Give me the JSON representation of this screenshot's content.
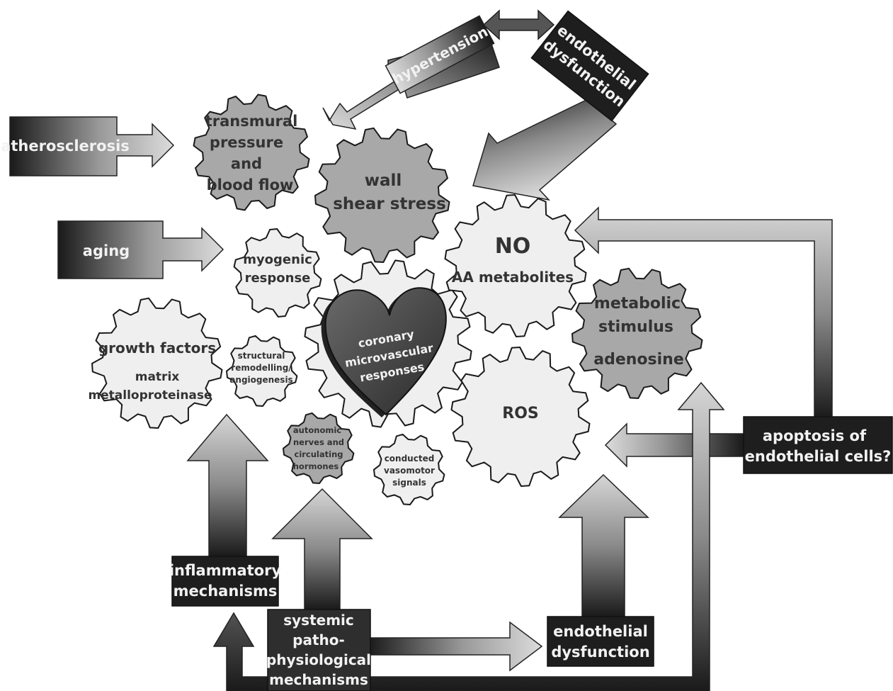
{
  "gears": {
    "transmural": [
      "transmural",
      "pressure",
      "and",
      "blood flow"
    ],
    "wall": [
      "wall",
      "shear stress"
    ],
    "myogenic": [
      "myogenic",
      "response"
    ],
    "no": [
      "NO",
      "AA metabolites"
    ],
    "metabolic": [
      "metabolic",
      "stimulus",
      "adenosine"
    ],
    "growth": [
      "growth factors",
      "matrix",
      "metalloproteinase"
    ],
    "structural": [
      "structural",
      "remodelling/",
      "angiogenesis"
    ],
    "heart": [
      "coronary",
      "microvascular",
      "responses"
    ],
    "ros": "ROS",
    "autonomic": [
      "autonomic",
      "nerves and",
      "circulating",
      "hormones"
    ],
    "conducted": [
      "conducted",
      "vasomotor",
      "signals"
    ]
  },
  "boxes": {
    "atherosclerosis": "atherosclerosis",
    "aging": "aging",
    "hypertension": "hypertension",
    "endothelial_top": [
      "endothelial",
      "dysfunction"
    ],
    "apoptosis": [
      "apoptosis of",
      "endothelial cells?"
    ],
    "inflammatory": [
      "inflammatory",
      "mechanisms"
    ],
    "systemic": [
      "systemic",
      "patho-",
      "physiological",
      "mechanisms"
    ],
    "endothelial_bottom": [
      "endothelial",
      "dysfunction"
    ]
  },
  "colors": {
    "gear_dark": "#a8a8a8",
    "gear_light": "#efefef",
    "box_dark": "#1e1e1e",
    "arrow_light": "#d9d9d9",
    "heart": "#4a4a4a"
  }
}
